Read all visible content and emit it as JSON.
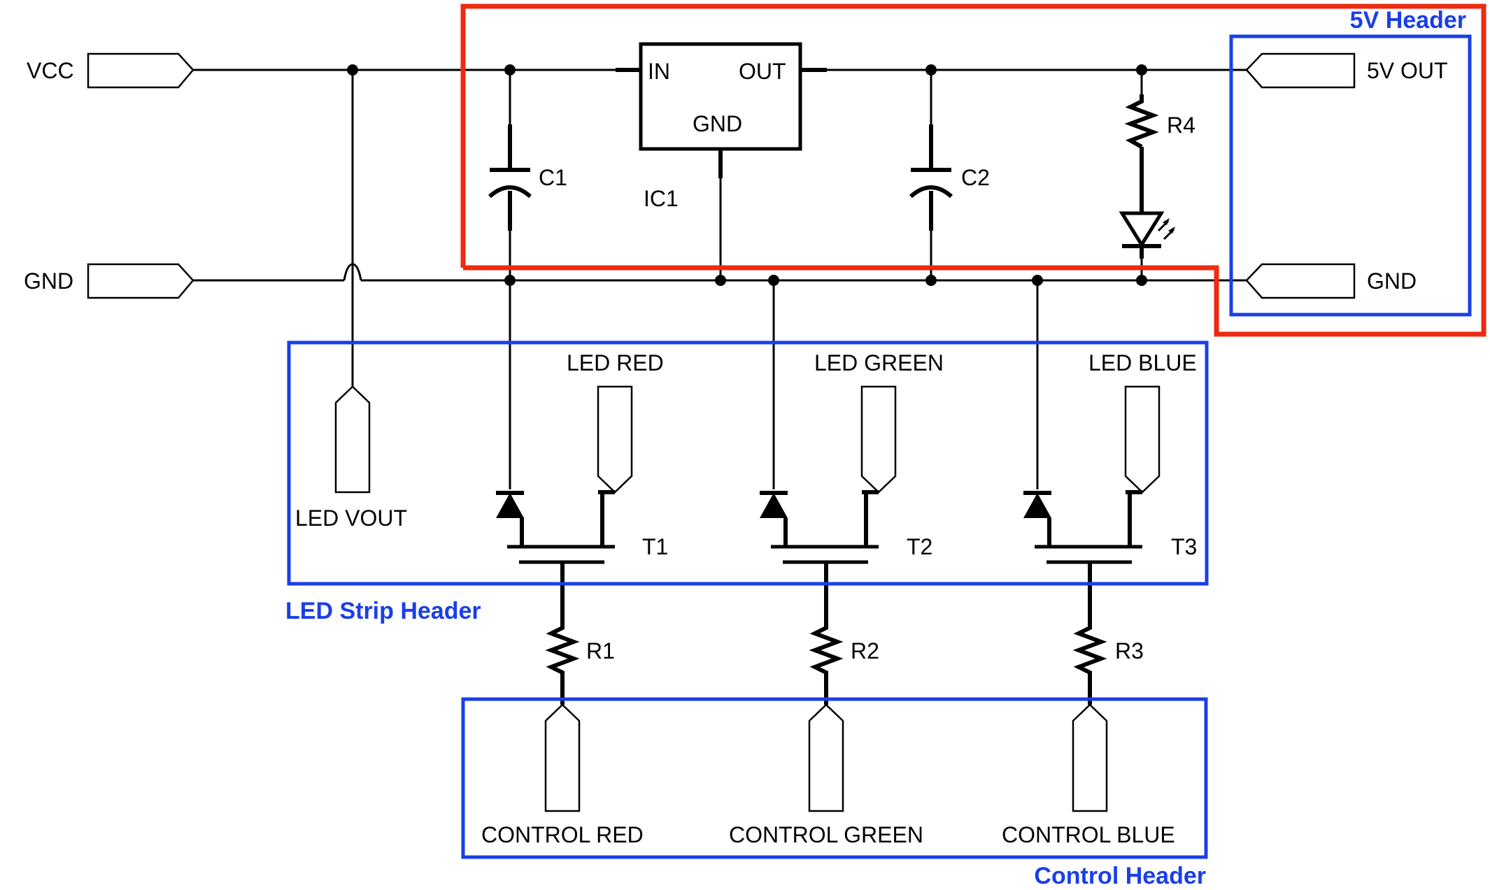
{
  "ports": {
    "vcc": "VCC",
    "gnd_in": "GND",
    "out_5v": "5V OUT",
    "gnd_out": "GND",
    "led_vout": "LED VOUT",
    "led_red": "LED RED",
    "led_green": "LED GREEN",
    "led_blue": "LED BLUE",
    "control_red": "CONTROL RED",
    "control_green": "CONTROL GREEN",
    "control_blue": "CONTROL BLUE"
  },
  "regulator": {
    "ref": "IC1",
    "pin_in": "IN",
    "pin_out": "OUT",
    "pin_gnd": "GND"
  },
  "components": {
    "c1": "C1",
    "c2": "C2",
    "r1": "R1",
    "r2": "R2",
    "r3": "R3",
    "r4": "R4",
    "t1": "T1",
    "t2": "T2",
    "t3": "T3"
  },
  "headers": {
    "five_volt": "5V Header",
    "led_strip": "LED Strip Header",
    "control": "Control Header"
  },
  "colors": {
    "header_blue": "#1a3fe8",
    "regulator_red": "#ee2a10",
    "wire": "#000000"
  }
}
